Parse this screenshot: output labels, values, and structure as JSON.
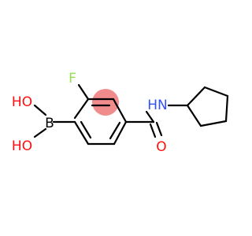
{
  "molecule": {
    "atoms": {
      "boron": {
        "label": "B",
        "color": "#000000"
      },
      "hydroxyl_top": {
        "label": "HO",
        "color": "#ff0d0d"
      },
      "hydroxyl_bottom": {
        "label": "HO",
        "color": "#ff0d0d"
      },
      "fluorine": {
        "label": "F",
        "color": "#90e050"
      },
      "amide_nitrogen": {
        "label": "HN",
        "color": "#3050f8"
      },
      "carbonyl_oxygen": {
        "label": "O",
        "color": "#ff0d0d"
      }
    },
    "bond_color": "#000000",
    "highlight_color": "#f08080"
  }
}
